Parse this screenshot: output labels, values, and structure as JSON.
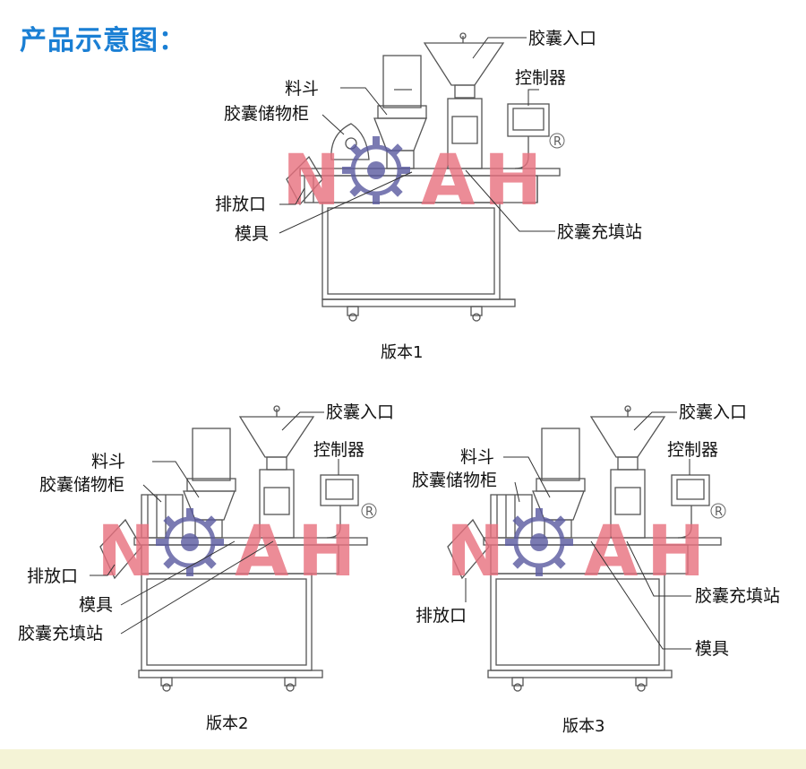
{
  "title": "产品示意图：",
  "version1": {
    "caption": "版本1",
    "labels": {
      "capsule_inlet": "胶囊入口",
      "controller": "控制器",
      "hopper": "料斗",
      "storage": "胶囊储物柜",
      "discharge": "排放口",
      "mold": "模具",
      "filling_station": "胶囊充填站"
    }
  },
  "version2": {
    "caption": "版本2",
    "labels": {
      "capsule_inlet": "胶囊入口",
      "controller": "控制器",
      "hopper": "料斗",
      "storage": "胶囊储物柜",
      "discharge": "排放口",
      "mold": "模具",
      "filling_station": "胶囊充填站"
    }
  },
  "version3": {
    "caption": "版本3",
    "labels": {
      "capsule_inlet": "胶囊入口",
      "controller": "控制器",
      "hopper": "料斗",
      "storage": "胶囊储物柜",
      "discharge": "排放口",
      "filling_station": "胶囊充填站",
      "mold": "模具"
    }
  },
  "watermark": {
    "letters": [
      "N",
      "A",
      "H"
    ],
    "registered": "R",
    "color": "#e8707e"
  },
  "colors": {
    "title": "#1a7fd4",
    "line": "#555555",
    "watermark_gear": "#5a5aa0"
  }
}
